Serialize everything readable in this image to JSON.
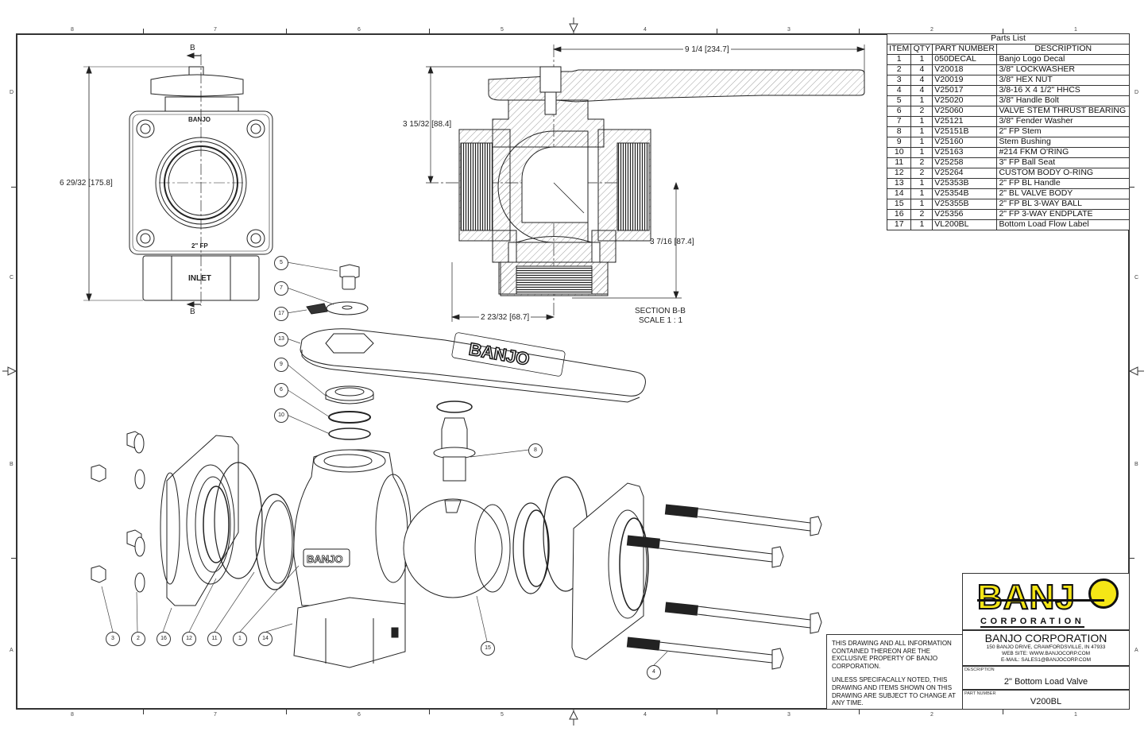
{
  "drawing": {
    "ruler_columns": [
      "8",
      "7",
      "6",
      "5",
      "4",
      "3",
      "2",
      "1"
    ],
    "ruler_rows": [
      "D",
      "C",
      "B",
      "A"
    ]
  },
  "front_view": {
    "section_marker": "B",
    "height_dimension": "6 29/32 [175.8]",
    "body_text_top": "BANJO",
    "body_text_bottom": "2\" FP",
    "inlet_label": "INLET"
  },
  "section_view": {
    "handle_length_dimension": "9 1/4 [234.7]",
    "upper_height_dimension": "3 15/32 [88.4]",
    "lower_height_dimension": "3 7/16 [87.4]",
    "half_width_dimension": "2 23/32 [68.7]",
    "title": "SECTION B-B",
    "scale": "SCALE 1 : 1"
  },
  "handle_embossing": "BANJO",
  "callouts": [
    "5",
    "7",
    "17",
    "13",
    "9",
    "6",
    "10",
    "8",
    "3",
    "2",
    "16",
    "12",
    "11",
    "1",
    "14",
    "15",
    "4"
  ],
  "parts_list": {
    "title": "Parts List",
    "headers": [
      "ITEM",
      "QTY",
      "PART NUMBER",
      "DESCRIPTION"
    ],
    "rows": [
      {
        "item": "1",
        "qty": "1",
        "part": "050DECAL",
        "desc": "Banjo Logo Decal"
      },
      {
        "item": "2",
        "qty": "4",
        "part": "V20018",
        "desc": "3/8\" LOCKWASHER"
      },
      {
        "item": "3",
        "qty": "4",
        "part": "V20019",
        "desc": "3/8\" HEX NUT"
      },
      {
        "item": "4",
        "qty": "4",
        "part": "V25017",
        "desc": "3/8-16 X 4 1/2\" HHCS"
      },
      {
        "item": "5",
        "qty": "1",
        "part": "V25020",
        "desc": "3/8\" Handle Bolt"
      },
      {
        "item": "6",
        "qty": "2",
        "part": "V25060",
        "desc": "VALVE STEM THRUST BEARING"
      },
      {
        "item": "7",
        "qty": "1",
        "part": "V25121",
        "desc": "3/8\" Fender Washer"
      },
      {
        "item": "8",
        "qty": "1",
        "part": "V25151B",
        "desc": "2\" FP Stem"
      },
      {
        "item": "9",
        "qty": "1",
        "part": "V25160",
        "desc": "Stem Bushing"
      },
      {
        "item": "10",
        "qty": "1",
        "part": "V25163",
        "desc": "#214 FKM O'RING"
      },
      {
        "item": "11",
        "qty": "2",
        "part": "V25258",
        "desc": "3\" FP Ball Seat"
      },
      {
        "item": "12",
        "qty": "2",
        "part": "V25264",
        "desc": "CUSTOM BODY O-RING"
      },
      {
        "item": "13",
        "qty": "1",
        "part": "V25353B",
        "desc": "2\" FP BL Handle"
      },
      {
        "item": "14",
        "qty": "1",
        "part": "V25354B",
        "desc": "2\" BL VALVE BODY"
      },
      {
        "item": "15",
        "qty": "1",
        "part": "V25355B",
        "desc": "2\" FP BL 3-WAY BALL"
      },
      {
        "item": "16",
        "qty": "2",
        "part": "V25356",
        "desc": "2\" FP 3-WAY ENDPLATE"
      },
      {
        "item": "17",
        "qty": "1",
        "part": "VL200BL",
        "desc": "Bottom Load Flow Label"
      }
    ]
  },
  "title_block": {
    "notes": [
      "THIS DRAWING AND ALL INFORMATION CONTAINED THEREON ARE THE EXCLUSIVE PROPERTY OF BANJO CORPORATION.",
      "UNLESS SPECIFACALLY NOTED, THIS DRAWING AND ITEMS SHOWN ON THIS DRAWING ARE SUBJECT TO CHANGE AT ANY TIME."
    ],
    "logo_text": "BANJ",
    "logo_subtext": "CORPORATION",
    "company_name": "BANJO CORPORATION",
    "address": "150 BANJO DRIVE, CRAWFORDSVILLE, IN 47933",
    "website": "WEB SITE: WWW.BANJOCORP.COM",
    "email": "E-MAIL: SALES1@BANJOCORP.COM",
    "description_label": "DESCRIPTION",
    "description": "2\" Bottom Load Valve",
    "part_number_label": "PART NUMBER",
    "part_number": "V200BL",
    "logo_colors": {
      "yellow": "#f5e616",
      "black": "#111111"
    }
  }
}
